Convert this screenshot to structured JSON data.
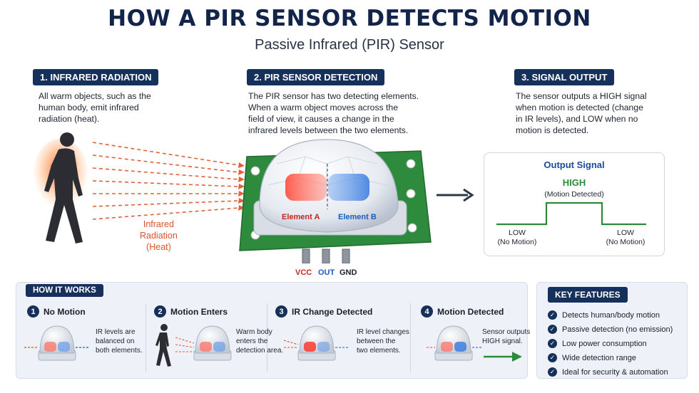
{
  "header": {
    "title": "HOW A PIR SENSOR DETECTS MOTION",
    "subtitle": "Passive Infrared (PIR) Sensor"
  },
  "sections": [
    {
      "pill": "1. INFRARED RADIATION",
      "lines": [
        "All warm objects, such as the",
        "human body, emit infrared",
        "radiation (heat)."
      ]
    },
    {
      "pill": "2. PIR SENSOR DETECTION",
      "lines": [
        "The PIR sensor has two detecting elements.",
        "When a warm object moves across the",
        "field of view, it causes a change in the",
        "infrared levels between the two elements."
      ]
    },
    {
      "pill": "3. SIGNAL OUTPUT",
      "lines": [
        "The sensor outputs a HIGH signal",
        "when motion is detected (change",
        "in IR levels), and LOW when no",
        "motion is detected."
      ]
    }
  ],
  "infrared": {
    "lines": [
      "Infrared",
      "Radiation",
      "(Heat)"
    ],
    "color": "#d9532a"
  },
  "sensor": {
    "element_a": "Element A",
    "element_b": "Element B",
    "pins": [
      "VCC",
      "OUT",
      "GND"
    ],
    "pcb_color": "#2e8b3e"
  },
  "output_signal": {
    "title": "Output Signal",
    "high": "HIGH",
    "high_sub": "(Motion Detected)",
    "low_left": "LOW",
    "low_left_sub": "(No Motion)",
    "low_right": "LOW",
    "low_right_sub": "(No Motion)",
    "line_color": "#2c8a3a"
  },
  "how_it_works": {
    "pill": "HOW IT WORKS",
    "steps": [
      {
        "num": "1",
        "title": "No Motion",
        "lines": [
          "IR levels are",
          "balanced on",
          "both elements."
        ]
      },
      {
        "num": "2",
        "title": "Motion Enters",
        "lines": [
          "Warm body",
          "enters the",
          "detection area."
        ]
      },
      {
        "num": "3",
        "title": "IR Change Detected",
        "lines": [
          "IR level changes",
          "between the",
          "two elements."
        ]
      },
      {
        "num": "4",
        "title": "Motion Detected",
        "lines": [
          "Sensor outputs",
          "HIGH signal."
        ]
      }
    ]
  },
  "key_features": {
    "pill": "KEY FEATURES",
    "items": [
      "Detects human/body motion",
      "Passive detection (no emission)",
      "Low power consumption",
      "Wide detection range",
      "Ideal for security & automation"
    ]
  },
  "colors": {
    "navy": "#15305a",
    "red": "#c3281f",
    "blue": "#1d5bbf",
    "green": "#2c8a3a"
  }
}
